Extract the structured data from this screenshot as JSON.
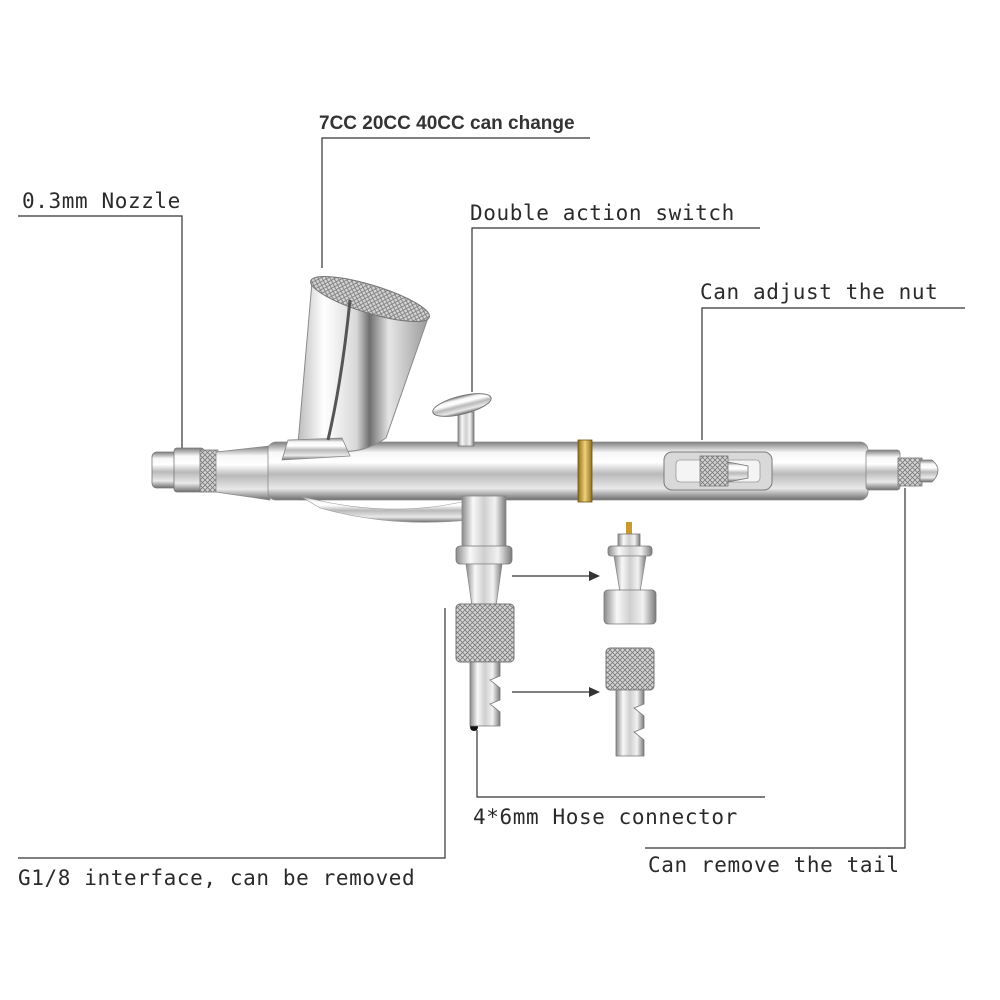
{
  "labels": {
    "cup": "7CC 20CC 40CC can change",
    "nozzle": "0.3mm Nozzle",
    "switch": "Double action switch",
    "nut": "Can adjust the nut",
    "hose": "4*6mm Hose connector",
    "interface": "G1/8 interface, can be removed",
    "tail": "Can remove the tail"
  },
  "colors": {
    "line": "#333333",
    "chrome_light": "#f4f4f4",
    "chrome_mid": "#c9c9c9",
    "chrome_dark": "#8a8a8a",
    "brass": "#c9a63a"
  }
}
